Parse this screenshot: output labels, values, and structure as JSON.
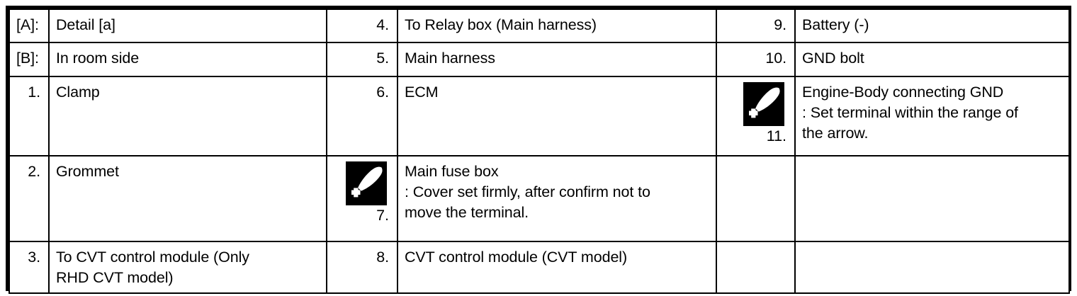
{
  "document": {
    "type": "parts-legend-table",
    "title": "Harness routing legend",
    "border_color": "#000000",
    "background_color": "#ffffff",
    "text_color": "#000000"
  },
  "icons": {
    "arrow_range": {
      "name": "set-terminal-range-arrow-icon",
      "description": "Black square tile with a white tapered arrow pointing to the upper-right and a small white cross mark at the lower-left",
      "background": "#000000",
      "foreground": "#ffffff"
    }
  },
  "table": {
    "column_count": 6,
    "row_count": 5,
    "columns": [
      "index",
      "description",
      "index",
      "description",
      "index",
      "description"
    ],
    "rows": [
      {
        "col1": {
          "index": "[A]:",
          "index_style": "tag",
          "text": "Detail [a]",
          "icon": null
        },
        "col2": {
          "index": "4.",
          "index_style": "number",
          "text": "To Relay box (Main harness)",
          "icon": null
        },
        "col3": {
          "index": "9.",
          "index_style": "number",
          "text": "Battery (-)",
          "icon": null
        }
      },
      {
        "col1": {
          "index": "[B]:",
          "index_style": "tag",
          "text": "In room side",
          "icon": null
        },
        "col2": {
          "index": "5.",
          "index_style": "number",
          "text": "Main harness",
          "icon": null
        },
        "col3": {
          "index": "10.",
          "index_style": "number",
          "text": "GND bolt",
          "icon": null
        }
      },
      {
        "col1": {
          "index": "1.",
          "index_style": "number",
          "text": "Clamp",
          "icon": null
        },
        "col2": {
          "index": "6.",
          "index_style": "number",
          "text": "ECM",
          "icon": null
        },
        "col3": {
          "index": "11.",
          "index_style": "number",
          "text": "Engine-Body connecting GND\n: Set terminal within the range of\nthe arrow.",
          "icon": "arrow_range"
        }
      },
      {
        "col1": {
          "index": "2.",
          "index_style": "number",
          "text": "Grommet",
          "icon": null
        },
        "col2": {
          "index": "7.",
          "index_style": "number",
          "text": "Main fuse box\n: Cover set firmly, after confirm not to\nmove the terminal.",
          "icon": "arrow_range"
        },
        "col3": {
          "index": "",
          "index_style": "number",
          "text": "",
          "icon": null
        }
      },
      {
        "col1": {
          "index": "3.",
          "index_style": "number",
          "text": "To CVT control module (Only\nRHD CVT model)",
          "icon": null
        },
        "col2": {
          "index": "8.",
          "index_style": "number",
          "text": "CVT control module (CVT model)",
          "icon": null
        },
        "col3": {
          "index": "",
          "index_style": "number",
          "text": "",
          "icon": null
        }
      }
    ]
  }
}
